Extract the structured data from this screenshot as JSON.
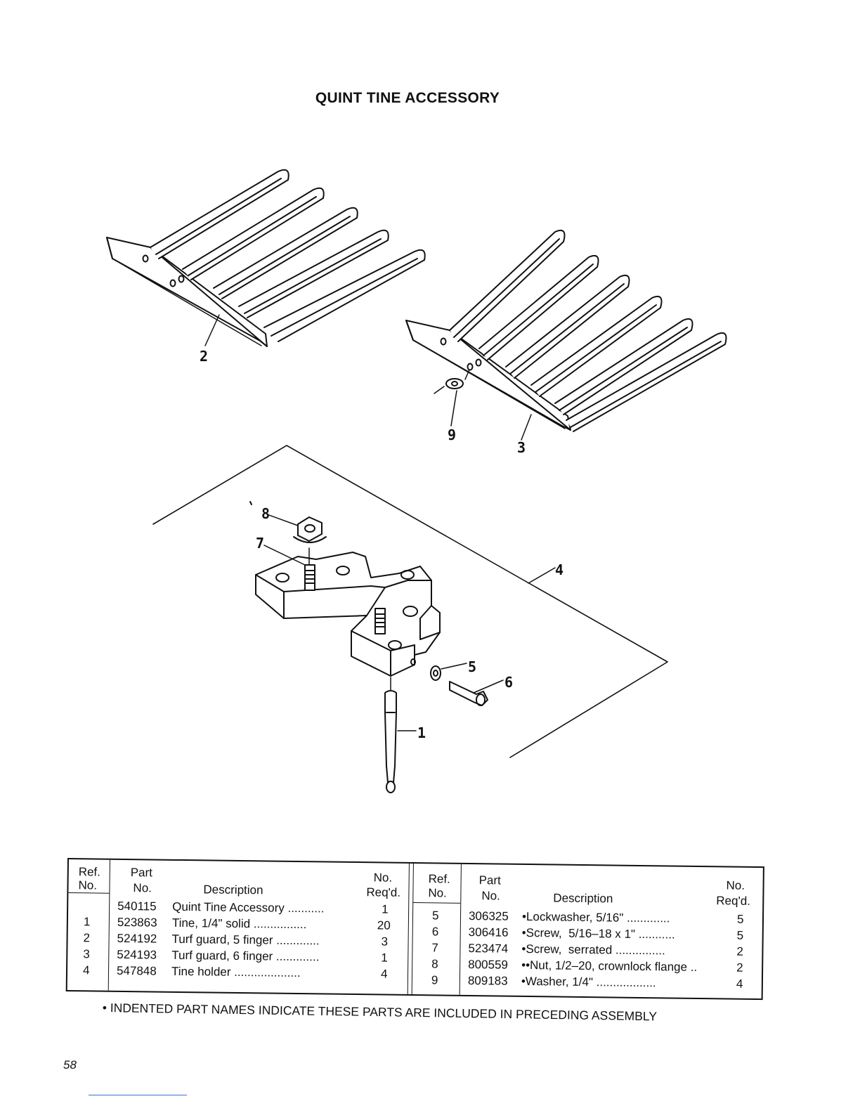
{
  "page": {
    "title": "QUINT TINE ACCESSORY",
    "page_number": "58",
    "footnote": "• INDENTED PART NAMES INDICATE THESE PARTS ARE INCLUDED IN PRECEDING ASSEMBLY"
  },
  "callouts": {
    "c1": "1",
    "c2": "2",
    "c3": "3",
    "c4": "4",
    "c5": "5",
    "c6": "6",
    "c7": "7",
    "c8": "8",
    "c9": "9"
  },
  "parts_table": {
    "headers": {
      "ref_top": "Ref.",
      "ref_bottom": "No.",
      "part_top": "Part",
      "part_bottom": "No.",
      "description": "Description",
      "req_top": "No.",
      "req_bottom": "Req'd."
    },
    "left_rows": [
      {
        "ref": "",
        "part": "540115",
        "desc": "Quint Tine Accessory ...........",
        "qty": "1"
      },
      {
        "ref": "1",
        "part": "523863",
        "desc": "Tine, 1/4\" solid ................",
        "qty": "20"
      },
      {
        "ref": "2",
        "part": "524192",
        "desc": "Turf guard, 5 finger .............",
        "qty": "3"
      },
      {
        "ref": "3",
        "part": "524193",
        "desc": "Turf guard, 6 finger .............",
        "qty": "1"
      },
      {
        "ref": "4",
        "part": "547848",
        "desc": "Tine holder ....................",
        "qty": "4"
      }
    ],
    "right_rows": [
      {
        "ref": "5",
        "part": "306325",
        "desc": "•Lockwasher, 5/16\" .............",
        "qty": "5"
      },
      {
        "ref": "6",
        "part": "306416",
        "desc": "•Screw,  5/16–18 x 1\" ...........",
        "qty": "5"
      },
      {
        "ref": "7",
        "part": "523474",
        "desc": "•Screw,  serrated ...............",
        "qty": "2"
      },
      {
        "ref": "8",
        "part": "800559",
        "desc": "••Nut, 1/2–20, crownlock flange ..",
        "qty": "2"
      },
      {
        "ref": "9",
        "part": "809183",
        "desc": "•Washer, 1/4\" ..................",
        "qty": "4"
      }
    ]
  }
}
